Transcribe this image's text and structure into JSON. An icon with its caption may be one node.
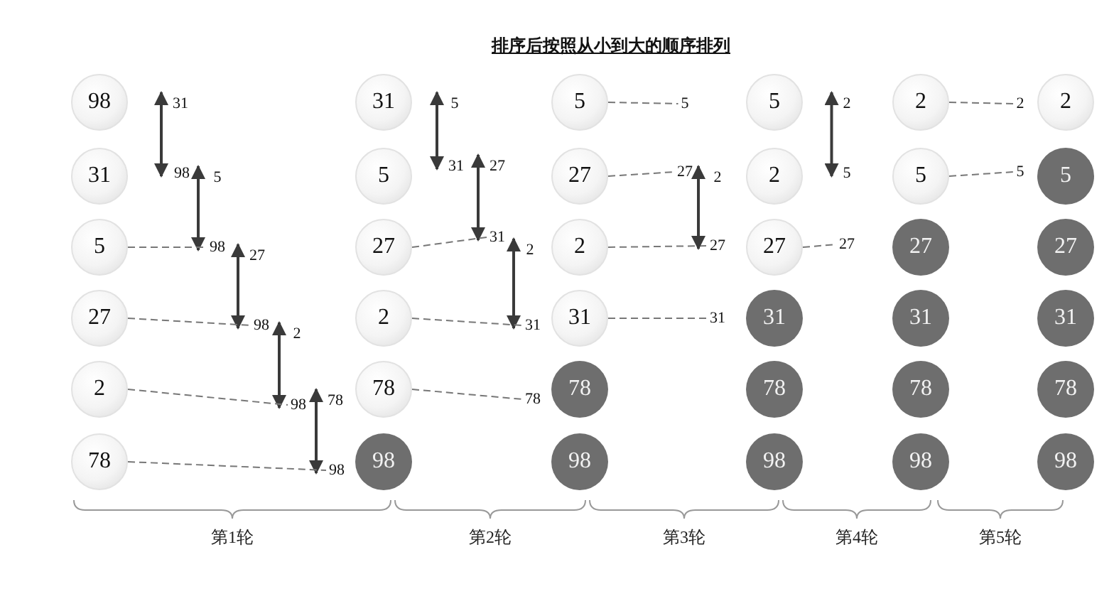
{
  "diagram": {
    "title": "排序后按照从小到大的顺序排列",
    "nodes": [
      {
        "text": [
          "98"
        ]
      },
      {
        "text": [
          "31"
        ]
      },
      {
        "text": [
          "5"
        ]
      },
      {
        "text": [
          "27"
        ]
      },
      {
        "text": [
          "2"
        ]
      },
      {
        "text": [
          "78"
        ]
      },
      {
        "text": [
          "31"
        ]
      },
      {
        "text": [
          "98"
        ]
      },
      {
        "text": [
          "5"
        ]
      },
      {
        "text": [
          "98"
        ]
      },
      {
        "text": [
          "27"
        ]
      },
      {
        "text": [
          "98"
        ]
      },
      {
        "text": [
          "2"
        ]
      },
      {
        "text": [
          "98"
        ]
      },
      {
        "text": [
          "78"
        ]
      },
      {
        "text": [
          "98"
        ]
      },
      {
        "text": [
          "31"
        ]
      },
      {
        "text": [
          "5"
        ]
      },
      {
        "text": [
          "27"
        ]
      },
      {
        "text": [
          "2"
        ]
      },
      {
        "text": [
          "78"
        ]
      },
      {
        "text": [
          "98"
        ]
      },
      {
        "text": [
          "5"
        ]
      },
      {
        "text": [
          "31"
        ]
      },
      {
        "text": [
          "27"
        ]
      },
      {
        "text": [
          "31"
        ]
      },
      {
        "text": [
          "2"
        ]
      },
      {
        "text": [
          "31"
        ]
      },
      {
        "text": [
          "78"
        ]
      },
      {
        "text": [
          "5"
        ]
      },
      {
        "text": [
          "27"
        ]
      },
      {
        "text": [
          "2"
        ]
      },
      {
        "text": [
          "31"
        ]
      },
      {
        "text": [
          "78"
        ]
      },
      {
        "text": [
          "98"
        ]
      },
      {
        "text": [
          "5"
        ]
      },
      {
        "text": [
          "27"
        ]
      },
      {
        "text": [
          "2"
        ]
      },
      {
        "text": [
          "27"
        ]
      },
      {
        "text": [
          "31"
        ]
      },
      {
        "text": [
          "5"
        ]
      },
      {
        "text": [
          "2"
        ]
      },
      {
        "text": [
          "27"
        ]
      },
      {
        "text": [
          "31"
        ]
      },
      {
        "text": [
          "78"
        ]
      },
      {
        "text": [
          "98"
        ]
      },
      {
        "text": [
          "2"
        ]
      },
      {
        "text": [
          "5"
        ]
      },
      {
        "text": [
          "27"
        ]
      },
      {
        "text": [
          "2"
        ]
      },
      {
        "text": [
          "5"
        ]
      },
      {
        "text": [
          "27"
        ]
      },
      {
        "text": [
          "31"
        ]
      },
      {
        "text": [
          "78"
        ]
      },
      {
        "text": [
          "98"
        ]
      },
      {
        "text": [
          "2"
        ]
      },
      {
        "text": [
          "5"
        ]
      },
      {
        "text": [
          "2"
        ]
      },
      {
        "text": [
          "5"
        ]
      },
      {
        "text": [
          "27"
        ]
      },
      {
        "text": [
          "31"
        ]
      },
      {
        "text": [
          "78"
        ]
      },
      {
        "text": [
          "98"
        ]
      }
    ],
    "edges": [
      {
        "from": 6,
        "to": 7,
        "arrow": "both"
      },
      {
        "from": 8,
        "to": 9,
        "arrow": "both"
      },
      {
        "from": 10,
        "to": 11,
        "arrow": "both"
      },
      {
        "from": 12,
        "to": 13,
        "arrow": "both"
      },
      {
        "from": 14,
        "to": 15,
        "arrow": "both"
      },
      {
        "from": 2,
        "to": 9,
        "arrow": "none",
        "style": "dashed"
      },
      {
        "from": 3,
        "to": 11,
        "arrow": "none",
        "style": "dashed"
      },
      {
        "from": 4,
        "to": 13,
        "arrow": "none",
        "style": "dashed"
      },
      {
        "from": 5,
        "to": 15,
        "arrow": "none",
        "style": "dashed"
      },
      {
        "from": 22,
        "to": 23,
        "arrow": "both"
      },
      {
        "from": 24,
        "to": 25,
        "arrow": "both"
      },
      {
        "from": 26,
        "to": 27,
        "arrow": "both"
      },
      {
        "from": 18,
        "to": 25,
        "arrow": "none",
        "style": "dashed"
      },
      {
        "from": 19,
        "to": 27,
        "arrow": "none",
        "style": "dashed"
      },
      {
        "from": 20,
        "to": 28,
        "arrow": "none",
        "style": "dashed"
      },
      {
        "from": 29,
        "to": 35,
        "arrow": "none",
        "style": "dashed"
      },
      {
        "from": 30,
        "to": 36,
        "arrow": "none",
        "style": "dashed"
      },
      {
        "from": 31,
        "to": 38,
        "arrow": "none",
        "style": "dashed"
      },
      {
        "from": 32,
        "to": 39,
        "arrow": "none",
        "style": "dashed"
      },
      {
        "from": 37,
        "to": 38,
        "arrow": "both"
      },
      {
        "from": 46,
        "to": 47,
        "arrow": "both"
      },
      {
        "from": 42,
        "to": 48,
        "arrow": "none",
        "style": "dashed"
      },
      {
        "from": 49,
        "to": 55,
        "arrow": "none",
        "style": "dashed"
      },
      {
        "from": 50,
        "to": 56,
        "arrow": "none",
        "style": "dashed"
      }
    ],
    "labels": [
      "第1轮",
      "第2轮",
      "第3轮",
      "第4轮",
      "第5轮"
    ]
  }
}
